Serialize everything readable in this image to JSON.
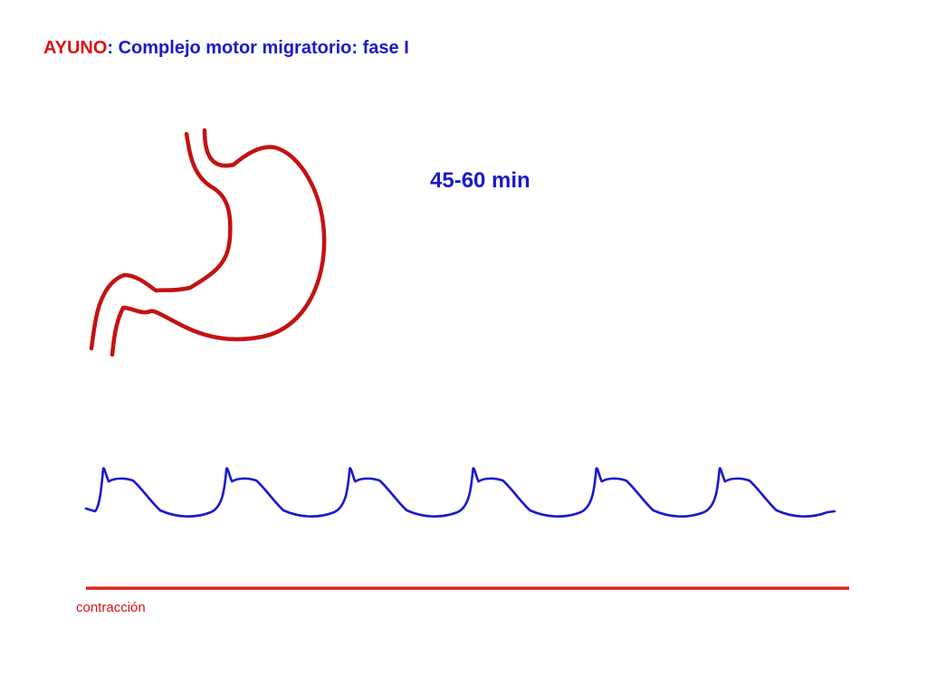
{
  "title": {
    "highlight": "AYUNO",
    "rest": ": Complejo motor migratorio: fase I"
  },
  "duration_label": "45-60 min",
  "contraction_label": "contracción",
  "colors": {
    "title_highlight": "#dd1111",
    "title_text": "#1a1acc",
    "stomach_outline": "#c41212",
    "wave_trace": "#1a1acc",
    "contraction_bar": "#e02020"
  },
  "wave": {
    "pulse_count": 6
  }
}
